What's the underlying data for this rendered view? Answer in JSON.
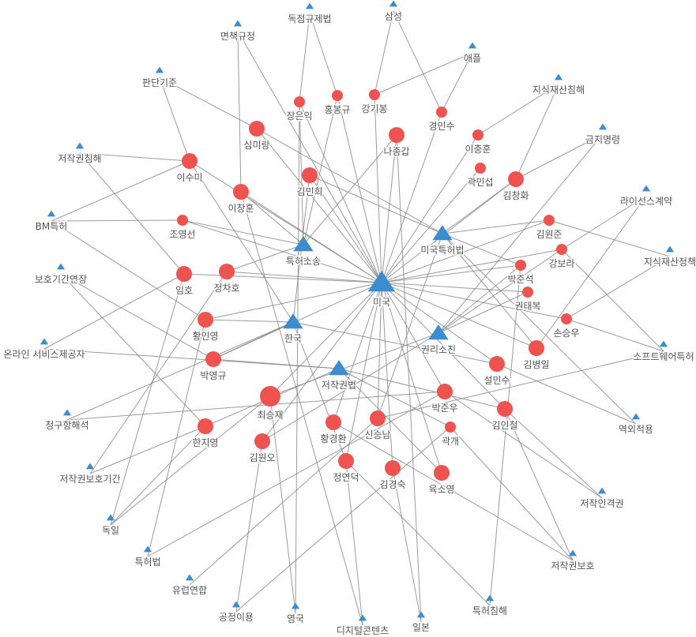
{
  "colors": {
    "person": "#ef5350",
    "keyword": "#3b8dd0",
    "edge": "#8a8a8a",
    "label": "#555555"
  },
  "people": [
    "장은익",
    "홍봉규",
    "강기봉",
    "경민수",
    "심미랑",
    "나종갑",
    "이충훈",
    "이수미",
    "곽민섭",
    "김민희",
    "김창화",
    "이창훈",
    "조영선",
    "김원준",
    "강보라",
    "박준석",
    "임호",
    "정차호",
    "권태복",
    "황인영",
    "손승우",
    "김병일",
    "박영규",
    "설민수",
    "최승재",
    "박준우",
    "김인철",
    "신승남",
    "황경환",
    "한지영",
    "곽개",
    "김원오",
    "정연덕",
    "김경숙",
    "육소영"
  ],
  "major_keywords": [
    "미국",
    "미국특허법",
    "특허소송",
    "한국",
    "권리소진",
    "저작권법"
  ],
  "keywords": [
    "독점규제법",
    "면책규정",
    "삼성",
    "애플",
    "판단기준",
    "지식재산침해",
    "저작권침해",
    "금지명령",
    "라이선스계약",
    "BM특허",
    "지식재산정책",
    "보호기간연장",
    "온라인 서비스제공자",
    "소프트웨어특허",
    "청구항해석",
    "역외적용",
    "저작권보호기간",
    "저작인격권",
    "독일",
    "특허법",
    "저작권보호",
    "유럽연합",
    "공정이용",
    "영국",
    "특허침해",
    "일본",
    "디지털콘텐츠"
  ],
  "edges": [
    [
      "독점규제법",
      "장은익"
    ],
    [
      "독점규제법",
      "홍봉규"
    ],
    [
      "면책규정",
      "이창훈"
    ],
    [
      "면책규정",
      "미국"
    ],
    [
      "삼성",
      "강기봉"
    ],
    [
      "삼성",
      "경민수"
    ],
    [
      "애플",
      "강기봉"
    ],
    [
      "애플",
      "경민수"
    ],
    [
      "판단기준",
      "이수미"
    ],
    [
      "판단기준",
      "심미랑"
    ],
    [
      "지식재산침해",
      "이충훈"
    ],
    [
      "지식재산침해",
      "김창화"
    ],
    [
      "저작권침해",
      "이수미"
    ],
    [
      "저작권침해",
      "임호"
    ],
    [
      "금지명령",
      "김창화"
    ],
    [
      "금지명령",
      "권리소진"
    ],
    [
      "라이선스계약",
      "강보라"
    ],
    [
      "라이선스계약",
      "김병일"
    ],
    [
      "BM특허",
      "이수미"
    ],
    [
      "BM특허",
      "조영선"
    ],
    [
      "BM특허",
      "황인영"
    ],
    [
      "지식재산정책",
      "김원준"
    ],
    [
      "지식재산정책",
      "손승우"
    ],
    [
      "보호기간연장",
      "박영규"
    ],
    [
      "보호기간연장",
      "한지영"
    ],
    [
      "온라인 서비스제공자",
      "임호"
    ],
    [
      "온라인 서비스제공자",
      "저작권법"
    ],
    [
      "소프트웨어특허",
      "강보라"
    ],
    [
      "소프트웨어특허",
      "손승우"
    ],
    [
      "소프트웨어특허",
      "신승남"
    ],
    [
      "청구항해석",
      "한국"
    ],
    [
      "청구항해석",
      "박준우"
    ],
    [
      "역외적용",
      "설민수"
    ],
    [
      "역외적용",
      "미국특허법"
    ],
    [
      "저작권보호기간",
      "한지영"
    ],
    [
      "저작권보호기간",
      "정차호"
    ],
    [
      "저작인격권",
      "김인철"
    ],
    [
      "저작인격권",
      "박준우"
    ],
    [
      "독일",
      "임호"
    ],
    [
      "독일",
      "한지영"
    ],
    [
      "독일",
      "최승재"
    ],
    [
      "특허법",
      "황인영"
    ],
    [
      "특허법",
      "박준우"
    ],
    [
      "저작권보호",
      "곽개"
    ],
    [
      "저작권보호",
      "김인철"
    ],
    [
      "저작권보호",
      "황경환"
    ],
    [
      "유럽연합",
      "신승남"
    ],
    [
      "공정이용",
      "김원오"
    ],
    [
      "공정이용",
      "곽개"
    ],
    [
      "영국",
      "장은익"
    ],
    [
      "영국",
      "최승재"
    ],
    [
      "특허침해",
      "박준석"
    ],
    [
      "특허침해",
      "정연덕"
    ],
    [
      "일본",
      "나종갑"
    ],
    [
      "일본",
      "김경숙"
    ],
    [
      "디지털콘텐츠",
      "정연덕"
    ],
    [
      "디지털콘텐츠",
      "이창훈"
    ],
    [
      "미국",
      "장은익"
    ],
    [
      "미국",
      "홍봉규"
    ],
    [
      "미국",
      "강기봉"
    ],
    [
      "미국",
      "경민수"
    ],
    [
      "미국",
      "심미랑"
    ],
    [
      "미국",
      "나종갑"
    ],
    [
      "미국",
      "이충훈"
    ],
    [
      "미국",
      "이수미"
    ],
    [
      "미국",
      "곽민섭"
    ],
    [
      "미국",
      "김민희"
    ],
    [
      "미국",
      "김창화"
    ],
    [
      "미국",
      "이창훈"
    ],
    [
      "미국",
      "조영선"
    ],
    [
      "미국",
      "김원준"
    ],
    [
      "미국",
      "강보라"
    ],
    [
      "미국",
      "박준석"
    ],
    [
      "미국",
      "임호"
    ],
    [
      "미국",
      "정차호"
    ],
    [
      "미국",
      "권태복"
    ],
    [
      "미국",
      "황인영"
    ],
    [
      "미국",
      "손승우"
    ],
    [
      "미국",
      "김병일"
    ],
    [
      "미국",
      "설민수"
    ],
    [
      "미국",
      "최승재"
    ],
    [
      "미국",
      "박준우"
    ],
    [
      "미국",
      "김인철"
    ],
    [
      "미국",
      "신승남"
    ],
    [
      "미국",
      "황경환"
    ],
    [
      "미국",
      "김원오"
    ],
    [
      "미국",
      "정연덕"
    ],
    [
      "미국",
      "김경숙"
    ],
    [
      "미국",
      "육소영"
    ],
    [
      "미국",
      "박영규"
    ],
    [
      "미국특허법",
      "김원준"
    ],
    [
      "미국특허법",
      "박준석"
    ],
    [
      "미국특허법",
      "김민희"
    ],
    [
      "미국특허법",
      "김창화"
    ],
    [
      "미국특허법",
      "김병일"
    ],
    [
      "미국특허법",
      "심미랑"
    ],
    [
      "미국특허법",
      "신승남"
    ],
    [
      "특허소송",
      "이창훈"
    ],
    [
      "특허소송",
      "조영선"
    ],
    [
      "특허소송",
      "정차호"
    ],
    [
      "특허소송",
      "홍봉규"
    ],
    [
      "특허소송",
      "나종갑"
    ],
    [
      "특허소송",
      "장은익"
    ],
    [
      "한국",
      "이수미"
    ],
    [
      "한국",
      "황인영"
    ],
    [
      "한국",
      "박영규"
    ],
    [
      "한국",
      "김민희"
    ],
    [
      "한국",
      "정연덕"
    ],
    [
      "한국",
      "설민수"
    ],
    [
      "권리소진",
      "강보라"
    ],
    [
      "권리소진",
      "권태복"
    ],
    [
      "권리소진",
      "최승재"
    ],
    [
      "권리소진",
      "김원오"
    ],
    [
      "권리소진",
      "박준석"
    ],
    [
      "저작권법",
      "박영규"
    ],
    [
      "저작권법",
      "김인철"
    ],
    [
      "저작권법",
      "한지영"
    ],
    [
      "저작권법",
      "곽개"
    ],
    [
      "저작권법",
      "육소영"
    ]
  ]
}
